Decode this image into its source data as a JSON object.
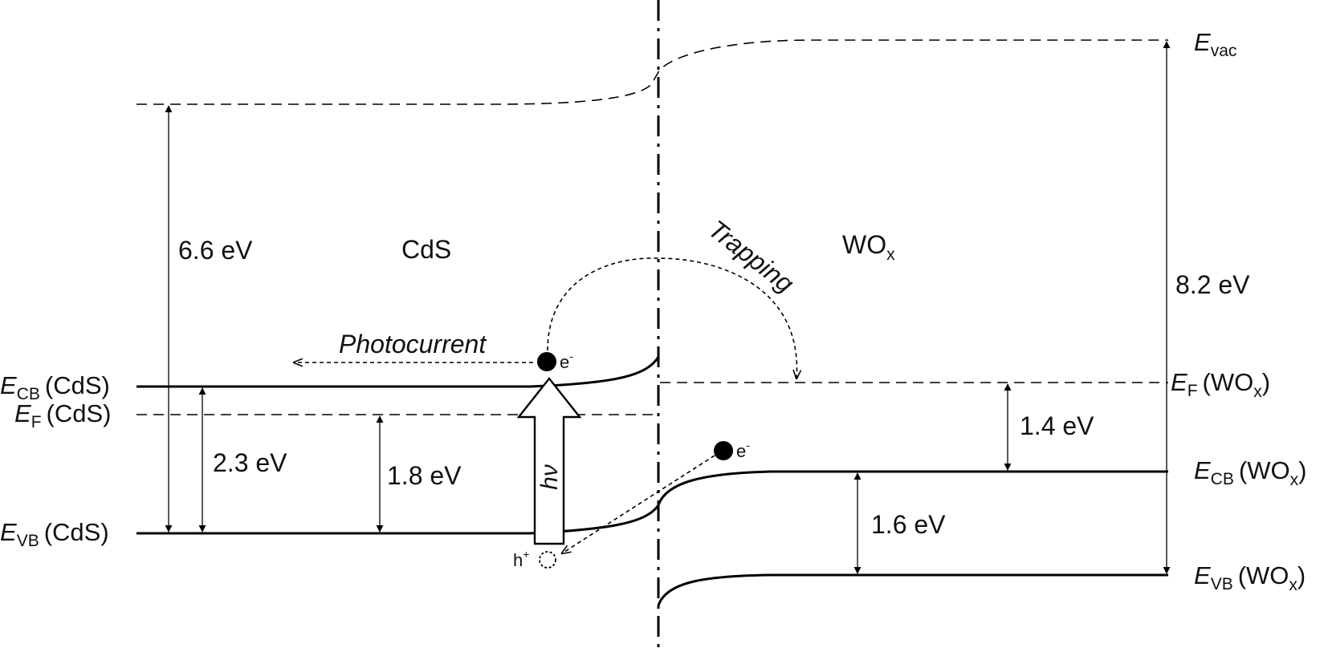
{
  "materials": {
    "left": "CdS",
    "right": "WO",
    "right_sub": "x"
  },
  "levels": {
    "evac": {
      "E": "E",
      "sub": "vac"
    },
    "left_cb": {
      "E": "E",
      "sub": "CB",
      "paren": "(CdS)"
    },
    "left_f": {
      "E": "E",
      "sub": "F",
      "paren": "(CdS)"
    },
    "left_vb": {
      "E": "E",
      "sub": "VB",
      "paren": "(CdS)"
    },
    "right_f": {
      "E": "E",
      "sub": "F",
      "paren_open": "(WO",
      "paren_sub": "x",
      "paren_close": ")"
    },
    "right_cb": {
      "E": "E",
      "sub": "CB",
      "paren_open": "(WO",
      "paren_sub": "x",
      "paren_close": ")"
    },
    "right_vb": {
      "E": "E",
      "sub": "VB",
      "paren_open": "(WO",
      "paren_sub": "x",
      "paren_close": ")"
    }
  },
  "energies": {
    "cds_vac_to_vb": "6.6 eV",
    "cds_cb_to_vb": "2.3 eV",
    "cds_f_to_vb": "1.8 eV",
    "wox_vac_to_vb": "8.2 eV",
    "wox_f_to_cb": "1.4 eV",
    "wox_cb_to_vb": "1.6 eV"
  },
  "annotations": {
    "photocurrent": "Photocurrent",
    "trapping": "Trapping",
    "photon": "hν",
    "electron": "e",
    "electron_sup": "-",
    "hole": "h",
    "hole_sup": "+"
  }
}
